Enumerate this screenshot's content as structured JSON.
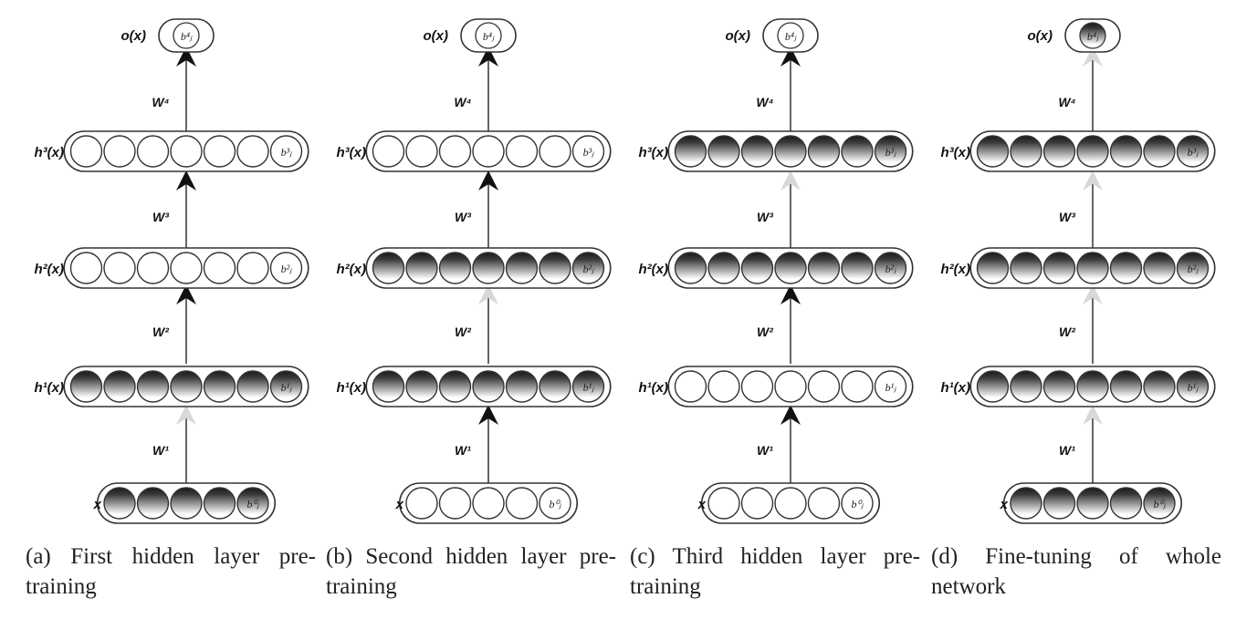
{
  "panels": [
    {
      "caption": "(a) First hidden layer pre-training",
      "output": {
        "label": "o(x)",
        "bias": "b⁴ⱼ",
        "shaded": false
      },
      "layers": [
        {
          "label": "h³(x)",
          "bias": "b³ⱼ",
          "shaded": false
        },
        {
          "label": "h²(x)",
          "bias": "b²ⱼ",
          "shaded": false
        },
        {
          "label": "h¹(x)",
          "bias": "b¹ⱼ",
          "shaded": true
        }
      ],
      "input": {
        "label": "x",
        "bias": "b⁰ⱼ",
        "shaded": true
      },
      "weights": [
        {
          "label": "W⁴",
          "arrow": "dark"
        },
        {
          "label": "W³",
          "arrow": "dark"
        },
        {
          "label": "W²",
          "arrow": "dark"
        },
        {
          "label": "W¹",
          "arrow": "faded"
        }
      ]
    },
    {
      "caption": "(b) Second hidden layer pre-training",
      "output": {
        "label": "o(x)",
        "bias": "b⁴ⱼ",
        "shaded": false
      },
      "layers": [
        {
          "label": "h³(x)",
          "bias": "b³ⱼ",
          "shaded": false
        },
        {
          "label": "h²(x)",
          "bias": "b²ⱼ",
          "shaded": true
        },
        {
          "label": "h¹(x)",
          "bias": "b¹ⱼ",
          "shaded": true
        }
      ],
      "input": {
        "label": "x",
        "bias": "b⁰ⱼ",
        "shaded": false
      },
      "weights": [
        {
          "label": "W⁴",
          "arrow": "dark"
        },
        {
          "label": "W³",
          "arrow": "dark"
        },
        {
          "label": "W²",
          "arrow": "faded"
        },
        {
          "label": "W¹",
          "arrow": "dark"
        }
      ]
    },
    {
      "caption": "(c) Third hidden layer pre-training",
      "output": {
        "label": "o(x)",
        "bias": "b⁴ⱼ",
        "shaded": false
      },
      "layers": [
        {
          "label": "h³(x)",
          "bias": "b³ⱼ",
          "shaded": true
        },
        {
          "label": "h²(x)",
          "bias": "b²ⱼ",
          "shaded": true
        },
        {
          "label": "h¹(x)",
          "bias": "b¹ⱼ",
          "shaded": false
        }
      ],
      "input": {
        "label": "x",
        "bias": "b⁰ⱼ",
        "shaded": false
      },
      "weights": [
        {
          "label": "W⁴",
          "arrow": "dark"
        },
        {
          "label": "W³",
          "arrow": "faded"
        },
        {
          "label": "W²",
          "arrow": "dark"
        },
        {
          "label": "W¹",
          "arrow": "dark"
        }
      ]
    },
    {
      "caption": "(d) Fine-tuning of whole network",
      "output": {
        "label": "o(x)",
        "bias": "b⁴ⱼ",
        "shaded": true
      },
      "layers": [
        {
          "label": "h³(x)",
          "bias": "b³ⱼ",
          "shaded": true
        },
        {
          "label": "h²(x)",
          "bias": "b²ⱼ",
          "shaded": true
        },
        {
          "label": "h¹(x)",
          "bias": "b¹ⱼ",
          "shaded": true
        }
      ],
      "input": {
        "label": "x",
        "bias": "b⁰ⱼ",
        "shaded": true
      },
      "weights": [
        {
          "label": "W⁴",
          "arrow": "faded"
        },
        {
          "label": "W³",
          "arrow": "faded"
        },
        {
          "label": "W²",
          "arrow": "faded"
        },
        {
          "label": "W¹",
          "arrow": "faded"
        }
      ]
    }
  ],
  "colors": {
    "stroke": "#333333",
    "arrow_dark": "#111111",
    "arrow_faded": "#d8d8d8",
    "shade_dark": "#1a1a1a",
    "shade_light": "#ffffff"
  }
}
